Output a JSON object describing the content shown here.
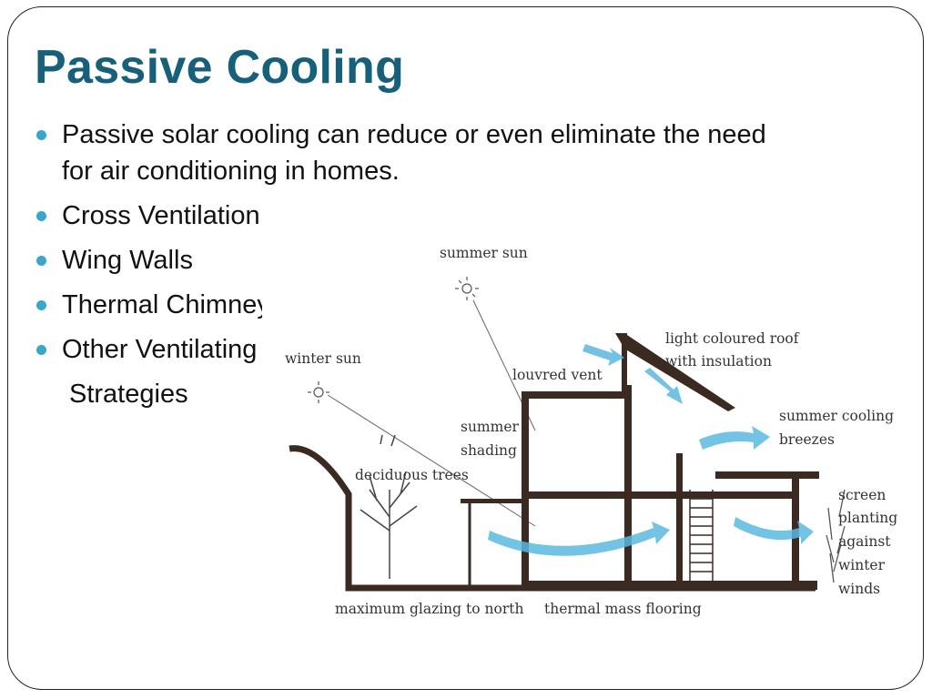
{
  "slide": {
    "title": "Passive Cooling",
    "bullets": [
      {
        "text": "Passive solar cooling can reduce or even eliminate the need for air conditioning in homes."
      },
      {
        "text": "Cross Ventilation"
      },
      {
        "text": "Wing Walls"
      },
      {
        "text": "Thermal Chimney"
      },
      {
        "text": "Other Ventilating"
      }
    ],
    "continuation": "Strategies"
  },
  "diagram": {
    "labels": {
      "summer_sun": "summer sun",
      "winter_sun": "winter sun",
      "louvred_vent": "louvred vent",
      "light_roof_1": "light coloured roof",
      "light_roof_2": "with insulation",
      "summer_shading_1": "summer",
      "summer_shading_2": "shading",
      "deciduous_trees": "deciduous trees",
      "summer_cooling_1": "summer cooling",
      "summer_cooling_2": "breezes",
      "screen_planting_1": "screen",
      "screen_planting_2": "planting",
      "screen_planting_3": "against",
      "screen_planting_4": "winter",
      "screen_planting_5": "winds",
      "max_glazing": "maximum glazing to north",
      "thermal_mass": "thermal mass flooring"
    },
    "colors": {
      "breeze": "#5bb8e0",
      "structure": "#3a2a22"
    }
  }
}
